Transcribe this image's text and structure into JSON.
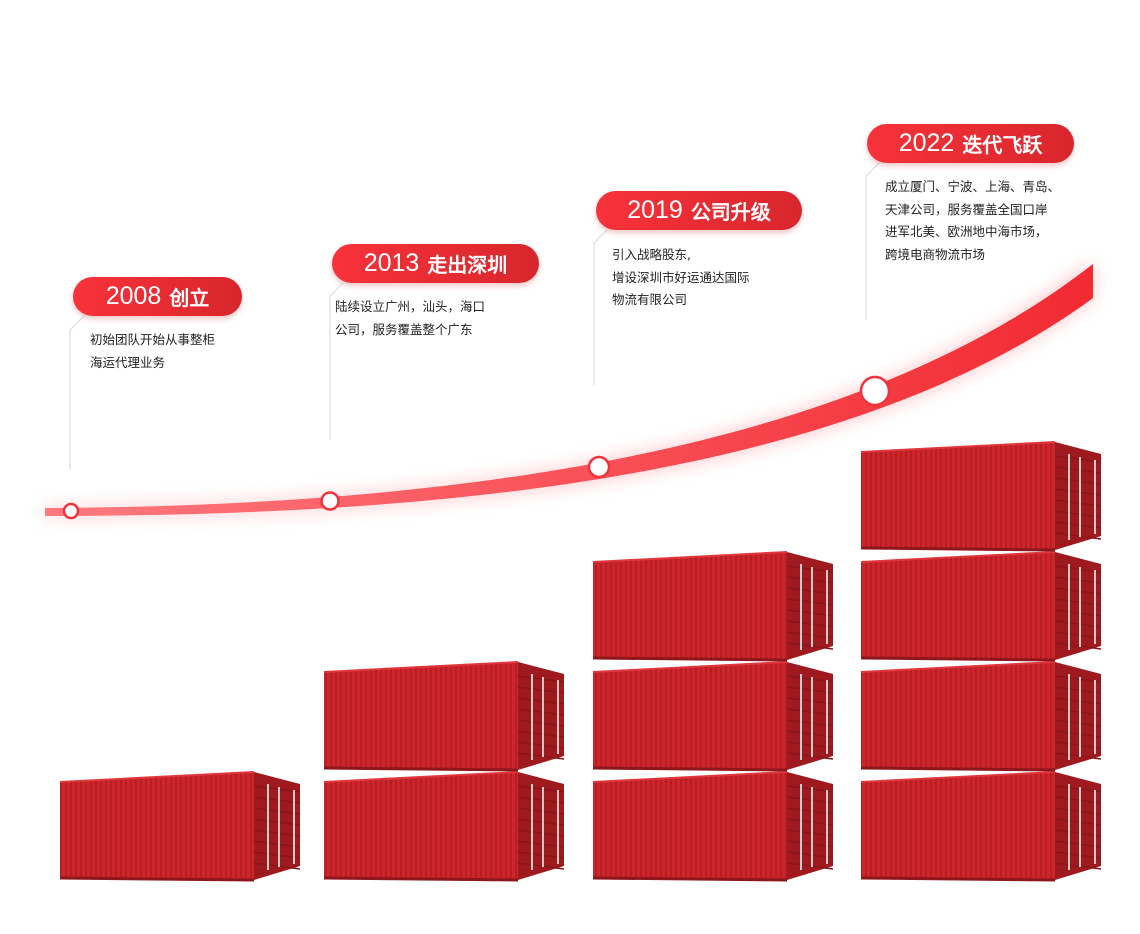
{
  "milestones": [
    {
      "year": "2008",
      "title": "创立",
      "lines": [
        "初始团队开始从事整柜",
        "海运代理业务"
      ],
      "containers": 1
    },
    {
      "year": "2013",
      "title": "走出深圳",
      "lines": [
        "陆续设立广州，汕头，海口",
        "公司，服务覆盖整个广东"
      ],
      "containers": 2
    },
    {
      "year": "2019",
      "title": "公司升级",
      "lines": [
        "引入战略股东,",
        "增设深圳市好运通达国际",
        "物流有限公司"
      ],
      "containers": 3
    },
    {
      "year": "2022",
      "title": "迭代飞跃",
      "lines": [
        "成立厦门、宁波、上海、青岛、",
        "天津公司，服务覆盖全国口岸",
        "进军北美、欧洲地中海市场，",
        "跨境电商物流市场"
      ],
      "containers": 4
    }
  ],
  "colors": {
    "accent": "#f5333a",
    "container": "#c8232a",
    "container_side": "#9e1a1f"
  }
}
